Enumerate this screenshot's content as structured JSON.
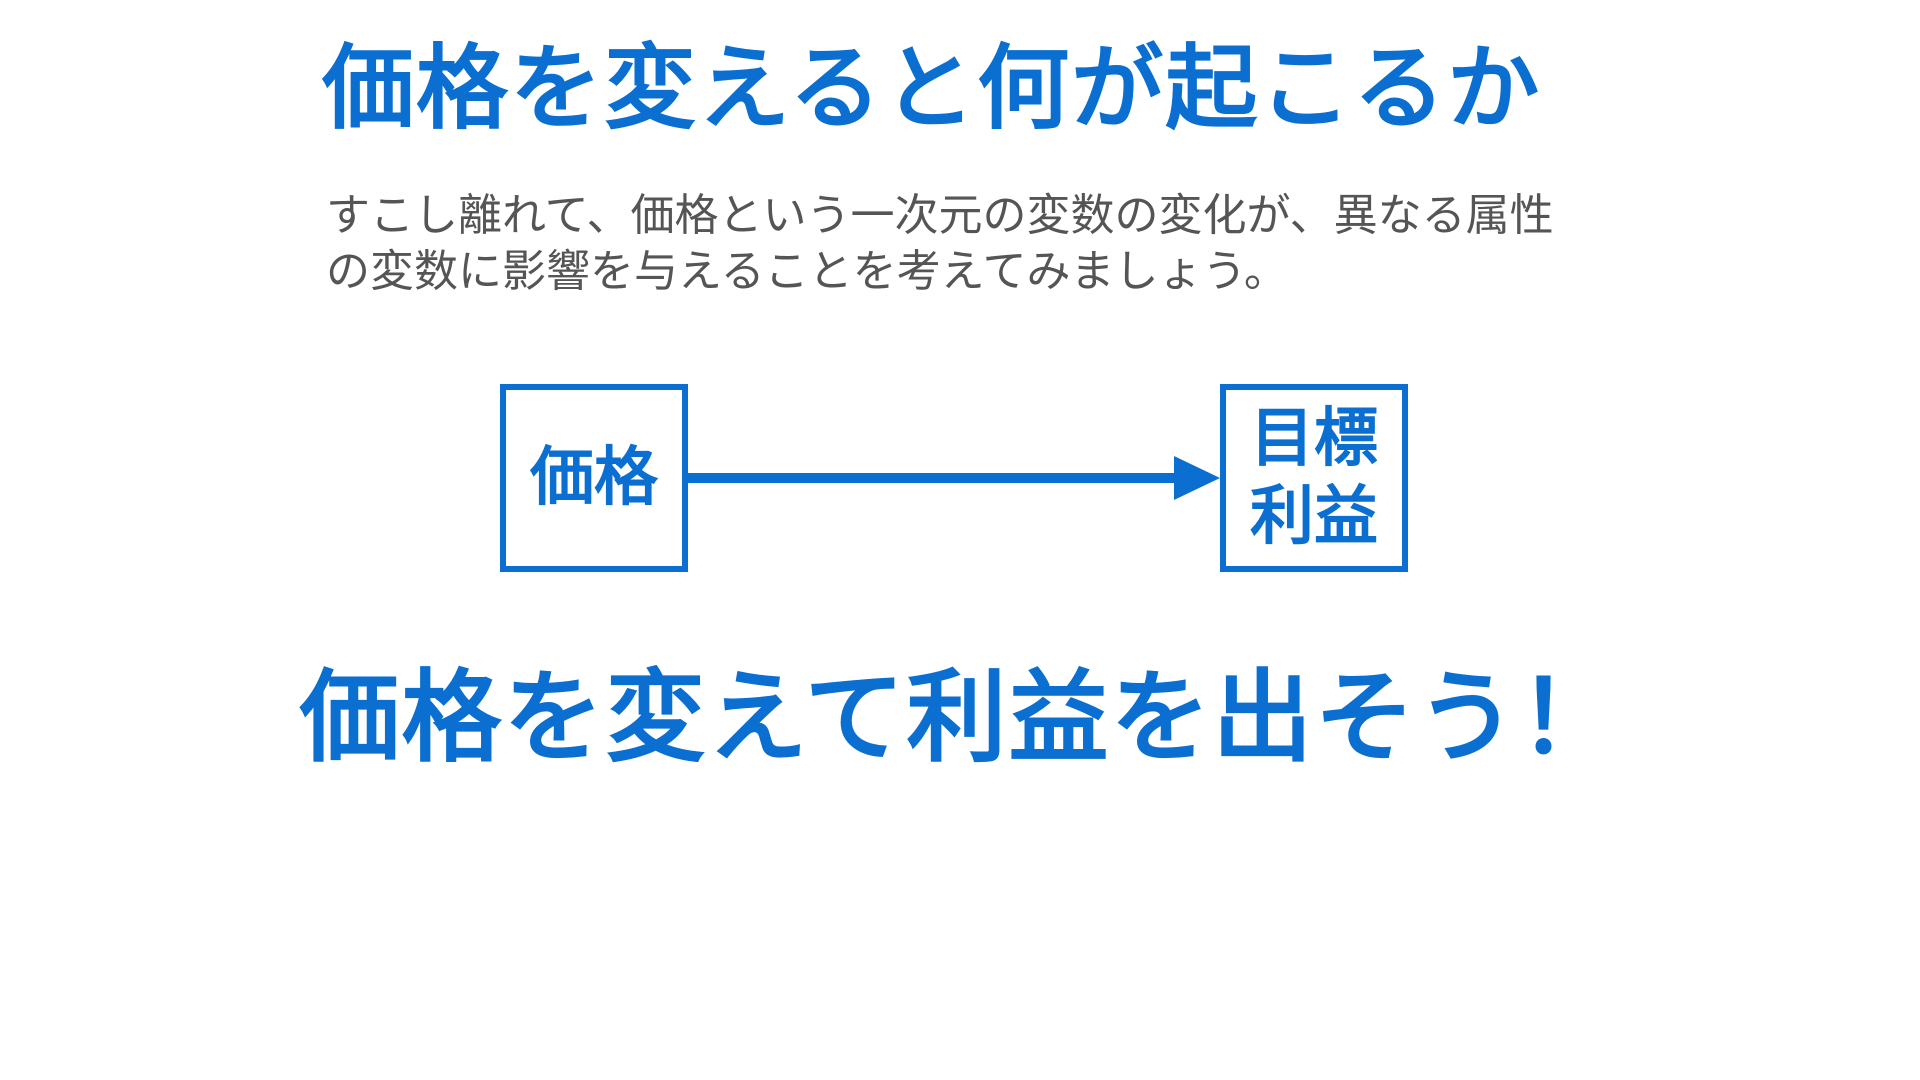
{
  "slide": {
    "title": "価格を変えると何が起こるか",
    "body_lines": [
      "すこし離れて、価格という一次元の変数の変化が、異なる属性",
      "の変数に影響を与えることを考えてみましょう。"
    ],
    "diagram": {
      "source_label": "価格",
      "target_label_lines": [
        "目標",
        "利益"
      ],
      "arrow_color": "#0a6fd1"
    },
    "call_to_action": "価格を変えて利益を出そう！",
    "accent_color": "#0a6fd1",
    "body_color": "#555555"
  }
}
